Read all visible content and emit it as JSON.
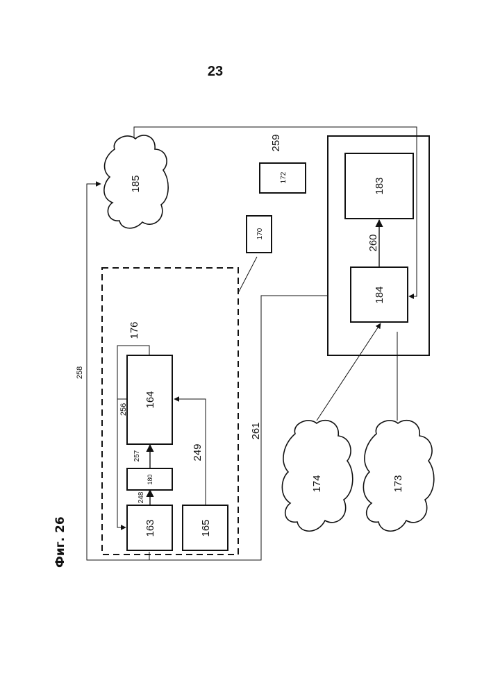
{
  "page_number": "23",
  "figure_caption": "Фиг. 26",
  "blocks": {
    "b163": "163",
    "b164": "164",
    "b165": "165",
    "b180": "180",
    "b170": "170",
    "b172": "172",
    "b183": "183",
    "b184": "184"
  },
  "clouds": {
    "c185": "185",
    "c174": "174",
    "c173": "173"
  },
  "connection_labels": {
    "l176": "176",
    "l256": "256",
    "l257": "257",
    "l248": "248",
    "l249": "249",
    "l258": "258",
    "l259": "259",
    "l260": "260",
    "l261": "261"
  }
}
